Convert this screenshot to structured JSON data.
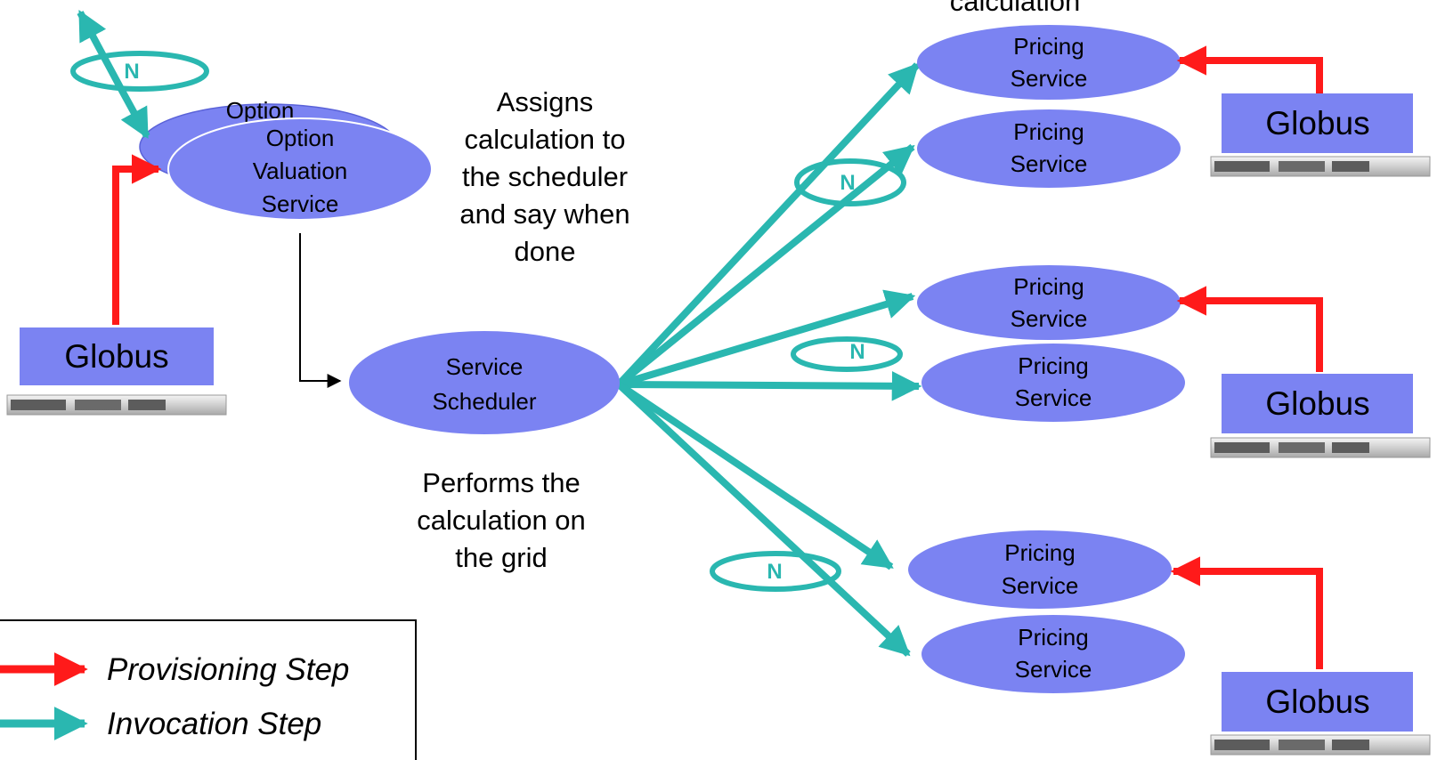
{
  "colors": {
    "service_fill": "#7b83f2",
    "globus_fill": "#7b83f2",
    "provisioning": "#ff1a1a",
    "invocation": "#2ab7b0"
  },
  "icons": {
    "server": "server-rack-icon"
  },
  "top_cut_text": "calculation",
  "option_service": {
    "back_label": "Option",
    "lines": [
      "Option",
      "Valuation",
      "Service"
    ]
  },
  "scheduler": {
    "lines": [
      "Service",
      "Scheduler"
    ]
  },
  "notes": {
    "assigns": [
      "Assigns",
      "calculation to",
      "the scheduler",
      "and say when",
      "done"
    ],
    "performs": [
      "Performs the",
      "calculation on",
      "the grid"
    ]
  },
  "pricing_services": [
    {
      "lines": [
        "Pricing",
        "Service"
      ]
    },
    {
      "lines": [
        "Pricing",
        "Service"
      ]
    },
    {
      "lines": [
        "Pricing",
        "Service"
      ]
    },
    {
      "lines": [
        "Pricing",
        "Service"
      ]
    },
    {
      "lines": [
        "Pricing",
        "Service"
      ]
    },
    {
      "lines": [
        "Pricing",
        "Service"
      ]
    }
  ],
  "globus": [
    {
      "label": "Globus"
    },
    {
      "label": "Globus"
    },
    {
      "label": "Globus"
    },
    {
      "label": "Globus"
    }
  ],
  "n_markers": [
    "N",
    "N",
    "N",
    "N"
  ],
  "legend": {
    "provisioning": "Provisioning Step",
    "invocation": "Invocation Step"
  }
}
